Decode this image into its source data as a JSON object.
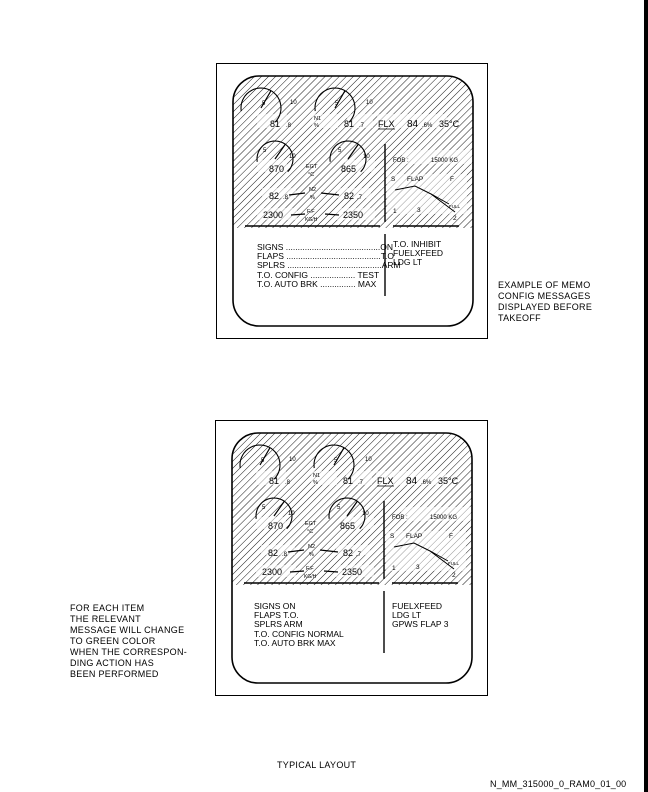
{
  "colors": {
    "ink": "#000000",
    "paper": "#ffffff",
    "hatch": "#000000"
  },
  "panels": [
    {
      "id": "panel-before-takeoff",
      "engine": {
        "n1_left": "81",
        "n1_left_dec": "8",
        "n1_right": "81",
        "n1_right_dec": "7",
        "n1_unit": "%",
        "n1_label": "N1",
        "egt_left": "870",
        "egt_right": "865",
        "egt_label": "EGT",
        "egt_unit": "°C",
        "n2_left": "82",
        "n2_left_dec": "8",
        "n2_right": "82",
        "n2_right_dec": "7",
        "n2_label": "N2",
        "n2_unit": "%",
        "ff_left": "2300",
        "ff_right": "2350",
        "ff_label": "F.F",
        "ff_unit": "KG/H",
        "thrust_mode": "FLX",
        "thrust_value": "84",
        "thrust_dec": "6",
        "thrust_unit": "%",
        "flex_temp": "35°C",
        "fob_label": "FOB :",
        "fob_value": "15000 KG",
        "flap_label": "FLAP",
        "flap_s": "S",
        "flap_f": "F",
        "flap_1": "1",
        "flap_2": "2",
        "flap_3": "3",
        "flap_full": "FULL"
      },
      "memo_left": [
        "SIGNS ........................................ON",
        "FLAPS ........................................T.O",
        "SPLRS ........................................ARM",
        "T.O. CONFIG ................... TEST",
        "T.O. AUTO BRK ............... MAX"
      ],
      "memo_right": [
        "T.O. INHIBIT",
        "FUELXFEED",
        "LDG LT"
      ]
    },
    {
      "id": "panel-after-action",
      "engine": {
        "n1_left": "81",
        "n1_left_dec": "8",
        "n1_right": "81",
        "n1_right_dec": "7",
        "n1_unit": "%",
        "n1_label": "N1",
        "egt_left": "870",
        "egt_right": "865",
        "egt_label": "EGT",
        "egt_unit": "°C",
        "n2_left": "82",
        "n2_left_dec": "8",
        "n2_right": "82",
        "n2_right_dec": "7",
        "n2_label": "N2",
        "n2_unit": "%",
        "ff_left": "2300",
        "ff_right": "2350",
        "ff_label": "F.F",
        "ff_unit": "KG/H",
        "thrust_mode": "FLX",
        "thrust_value": "84",
        "thrust_dec": "6",
        "thrust_unit": "%",
        "flex_temp": "35°C",
        "fob_label": "FOB :",
        "fob_value": "15000 KG",
        "flap_label": "FLAP",
        "flap_s": "S",
        "flap_f": "F",
        "flap_1": "1",
        "flap_2": "2",
        "flap_3": "3",
        "flap_full": "FULL"
      },
      "memo_left": [
        "SIGNS ON",
        "FLAPS T.O.",
        "SPLRS ARM",
        "T.O. CONFIG NORMAL",
        "T.O. AUTO BRK MAX"
      ],
      "memo_right": [
        "FUELXFEED",
        "LDG LT",
        "GPWS FLAP 3"
      ]
    }
  ],
  "note_top": "EXAMPLE OF MEMO\nCONFIG MESSAGES\nDISPLAYED BEFORE\nTAKEOFF",
  "note_bottom": "FOR EACH ITEM\nTHE RELEVANT\nMESSAGE WILL CHANGE\nTO GREEN COLOR\nWHEN THE CORRESPON-\nDING ACTION HAS\nBEEN PERFORMED",
  "caption": "TYPICAL LAYOUT",
  "reference": "N_MM_315000_0_RAM0_01_00"
}
